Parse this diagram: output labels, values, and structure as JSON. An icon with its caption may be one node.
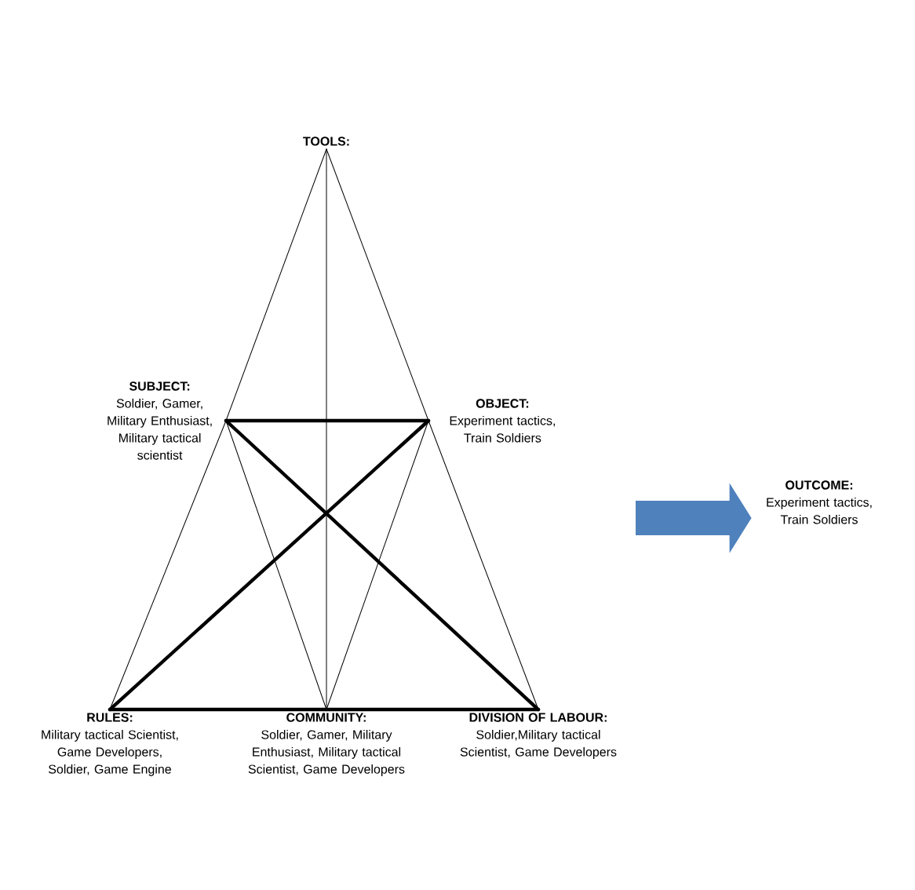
{
  "diagram": {
    "nodes": [
      {
        "text": [
          "TOOLS:"
        ]
      },
      {
        "text": [
          "SUBJECT:",
          "Soldier, Gamer, Military Enthusiast, Military tactical scientist"
        ]
      },
      {
        "text": [
          "OBJECT:",
          "Experiment tactics, Train Soldiers"
        ]
      },
      {
        "text": [
          "RULES:",
          "Military tactical Scientist, Game Developers, Soldier, Game Engine"
        ]
      },
      {
        "text": [
          "COMMUNITY:",
          "Soldier, Gamer, Military Enthusiast, Military tactical Scientist, Game Developers"
        ]
      },
      {
        "text": [
          "DIVISION OF LABOUR:",
          "Soldier,Military tactical Scientist, Game Developers"
        ]
      },
      {
        "text": [
          "OUTCOME:",
          "Experiment tactics, Train Soldiers"
        ]
      }
    ],
    "edges": [
      {
        "from": 0,
        "to": 1,
        "arrow": "none"
      },
      {
        "from": 1,
        "to": 3,
        "arrow": "none"
      },
      {
        "from": 0,
        "to": 2,
        "arrow": "none"
      },
      {
        "from": 2,
        "to": 5,
        "arrow": "none"
      },
      {
        "from": 0,
        "to": 4,
        "arrow": "none"
      },
      {
        "from": 1,
        "to": 2,
        "arrow": "none",
        "style": "thick"
      },
      {
        "from": 3,
        "to": 4,
        "arrow": "none",
        "style": "thick"
      },
      {
        "from": 4,
        "to": 5,
        "arrow": "none",
        "style": "thick"
      },
      {
        "from": 1,
        "to": 4,
        "arrow": "none"
      },
      {
        "from": 1,
        "to": 5,
        "arrow": "none",
        "style": "thick"
      },
      {
        "from": 2,
        "to": 3,
        "arrow": "none",
        "style": "thick"
      },
      {
        "from": 2,
        "to": 4,
        "arrow": "none"
      },
      {
        "from": null,
        "to": 6,
        "arrow": "to",
        "style": "thick",
        "color": "#4f81bd"
      }
    ]
  }
}
